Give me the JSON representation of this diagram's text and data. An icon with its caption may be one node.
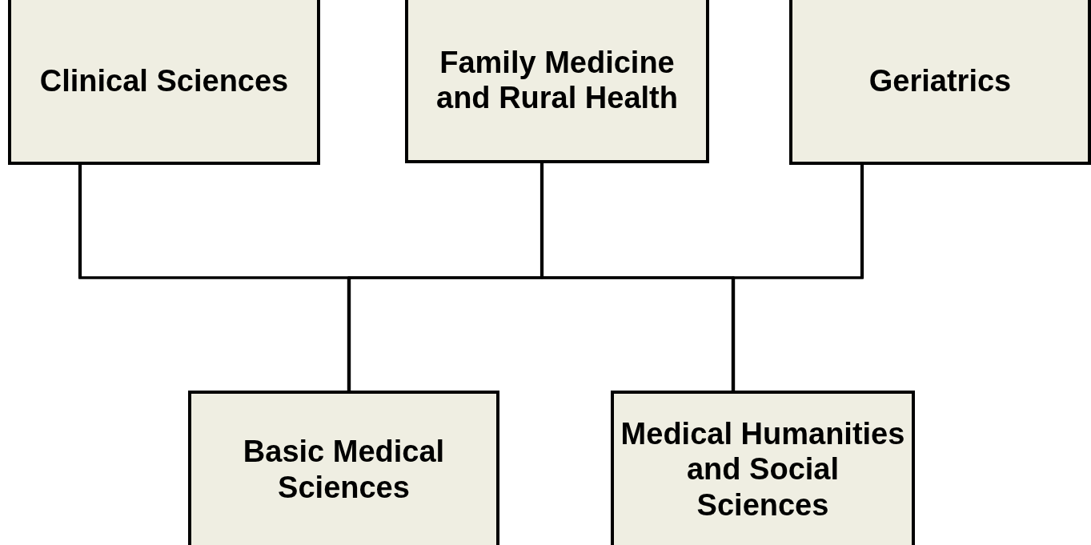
{
  "diagram": {
    "nodes": [
      {
        "text": [
          "Clinical Sciences"
        ]
      },
      {
        "text": [
          "Family Medicine and Rural Health"
        ]
      },
      {
        "text": [
          "Geriatrics"
        ]
      },
      {
        "text": [
          "Basic Medical Sciences"
        ]
      },
      {
        "text": [
          "Medical Humanities and Social Sciences"
        ]
      }
    ],
    "edges": [
      {
        "from": 0,
        "to": 3,
        "arrow": "none"
      },
      {
        "from": 0,
        "to": 4,
        "arrow": "none"
      },
      {
        "from": 1,
        "to": 3,
        "arrow": "none"
      },
      {
        "from": 1,
        "to": 4,
        "arrow": "none"
      },
      {
        "from": 2,
        "to": 3,
        "arrow": "none"
      },
      {
        "from": 2,
        "to": 4,
        "arrow": "none"
      }
    ]
  }
}
